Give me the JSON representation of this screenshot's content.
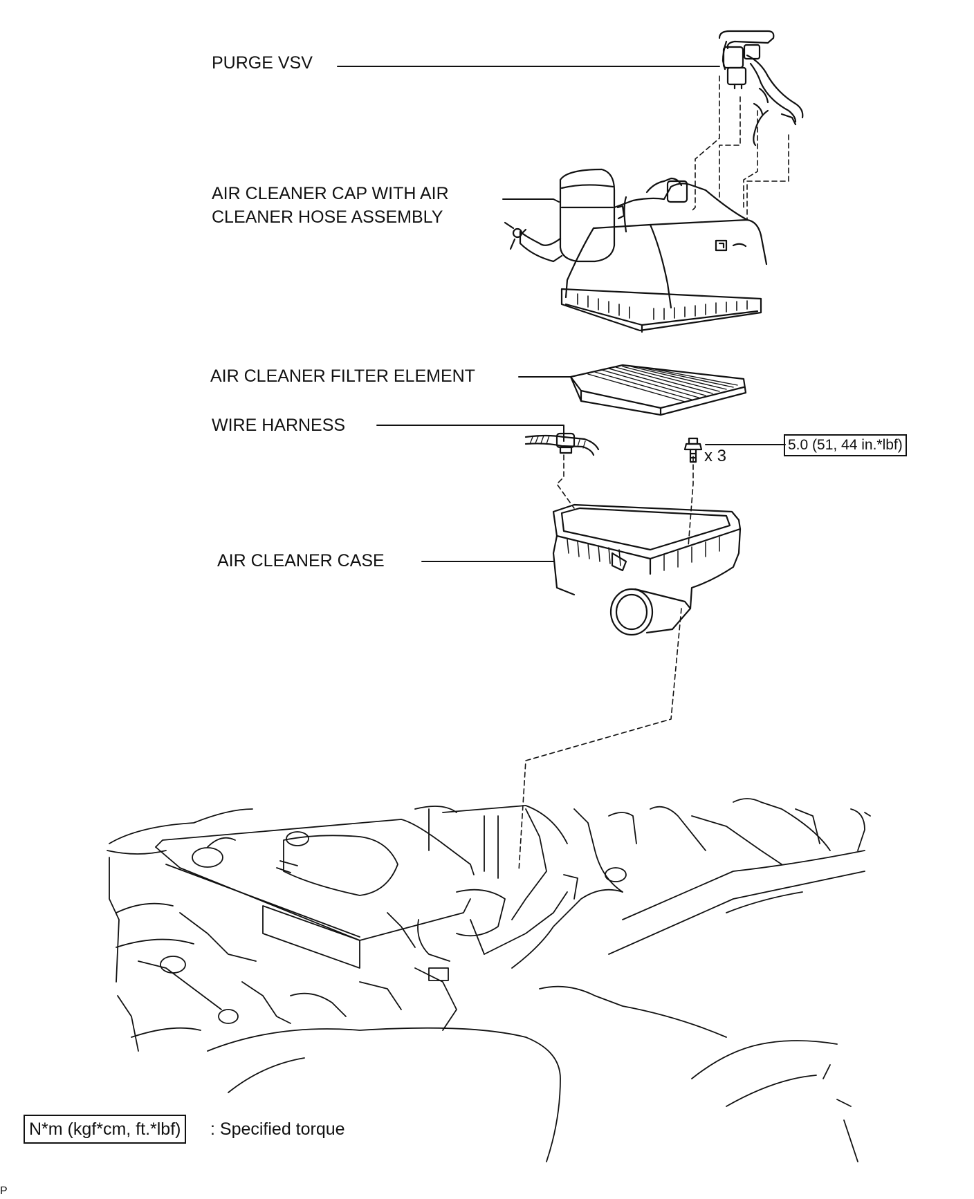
{
  "labels": {
    "purge_vsv": "PURGE VSV",
    "air_cleaner_cap": "AIR CLEANER CAP WITH AIR\nCLEANER HOSE ASSEMBLY",
    "filter_element": "AIR CLEANER FILTER ELEMENT",
    "wire_harness": "WIRE HARNESS",
    "air_cleaner_case": "AIR CLEANER CASE"
  },
  "torque": {
    "value": "5.0 (51, 44 in.*lbf)",
    "quantity": "x 3"
  },
  "legend": {
    "unit_box": "N*m (kgf*cm, ft.*lbf)",
    "description": ": Specified torque"
  },
  "corner_mark": "P"
}
